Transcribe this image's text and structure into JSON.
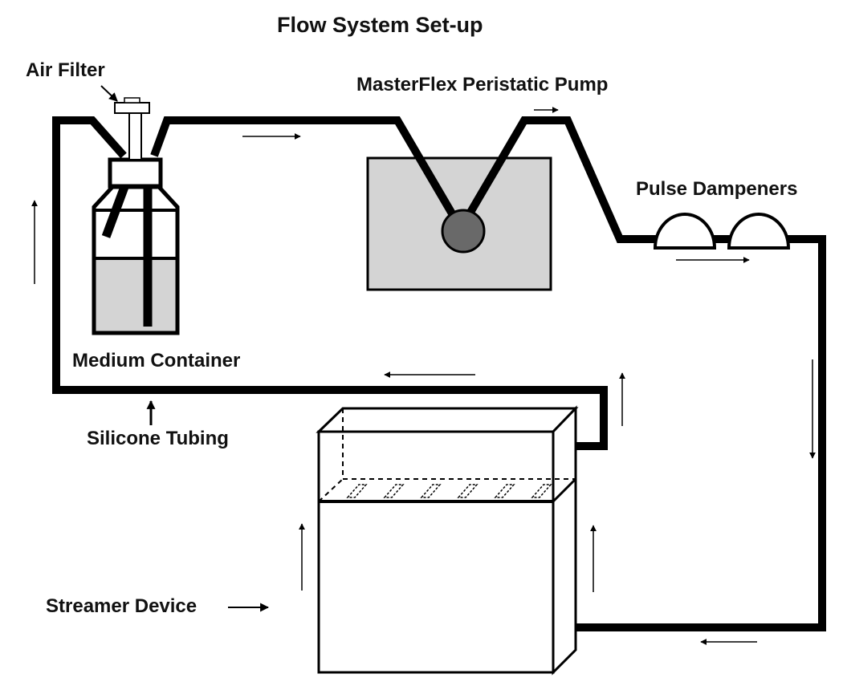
{
  "title": "Flow System Set-up",
  "labels": {
    "air_filter": "Air Filter",
    "pump": "MasterFlex Peristatic Pump",
    "pulse_dampeners": "Pulse Dampeners",
    "medium_container": "Medium Container",
    "silicone_tubing": "Silicone Tubing",
    "streamer_device": "Streamer Device"
  },
  "colors": {
    "tubing": "#000000",
    "pump_housing": "#d4d4d4",
    "pump_rotor": "#696969",
    "medium_fill": "#d4d4d4"
  }
}
